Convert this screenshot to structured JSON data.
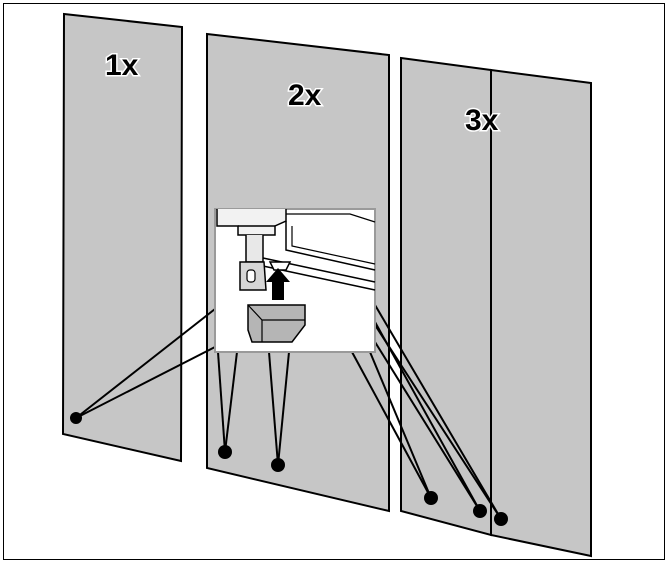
{
  "labels": {
    "panel_1": "1x",
    "panel_2": "2x",
    "panel_3": "3x"
  },
  "colors": {
    "panel_fill": "#c6c6c6",
    "panel_stroke": "#000000",
    "background": "#ffffff"
  }
}
